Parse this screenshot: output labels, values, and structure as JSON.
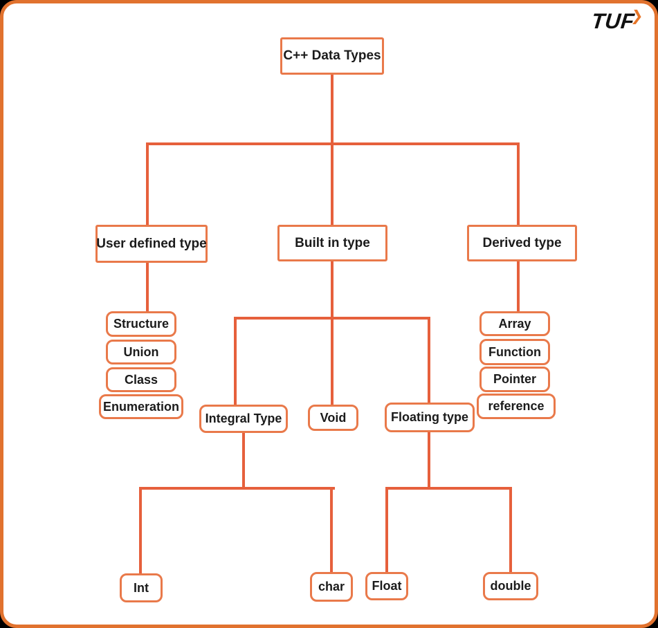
{
  "logo": {
    "text": "TUF",
    "arrow": "❯"
  },
  "colors": {
    "connector_line": "#e6603c",
    "box_border": "#e9794a",
    "page_border": "#e1722e",
    "text": "#1b1b1b",
    "background": "#ffffff",
    "outside": "#000000"
  },
  "nodes": {
    "root": {
      "label": "C++ Data Types"
    },
    "user_defined": {
      "label": "User defined type"
    },
    "built_in": {
      "label": "Built in type"
    },
    "derived": {
      "label": "Derived type"
    },
    "structure": {
      "label": "Structure"
    },
    "union": {
      "label": "Union"
    },
    "class": {
      "label": "Class"
    },
    "enumeration": {
      "label": "Enumeration"
    },
    "integral": {
      "label": "Integral Type"
    },
    "void": {
      "label": "Void"
    },
    "floating": {
      "label": "Floating type"
    },
    "array": {
      "label": "Array"
    },
    "function": {
      "label": "Function"
    },
    "pointer": {
      "label": "Pointer"
    },
    "reference": {
      "label": "reference"
    },
    "int": {
      "label": "Int"
    },
    "char": {
      "label": "char"
    },
    "float": {
      "label": "Float"
    },
    "double": {
      "label": "double"
    }
  },
  "hierarchy": {
    "C++ Data Types": [
      "User defined type",
      "Built in type",
      "Derived type"
    ],
    "User defined type": [
      "Structure",
      "Union",
      "Class",
      "Enumeration"
    ],
    "Built in type": [
      "Integral Type",
      "Void",
      "Floating type"
    ],
    "Derived type": [
      "Array",
      "Function",
      "Pointer",
      "reference"
    ],
    "Integral Type": [
      "Int",
      "char"
    ],
    "Floating type": [
      "Float",
      "double"
    ]
  }
}
